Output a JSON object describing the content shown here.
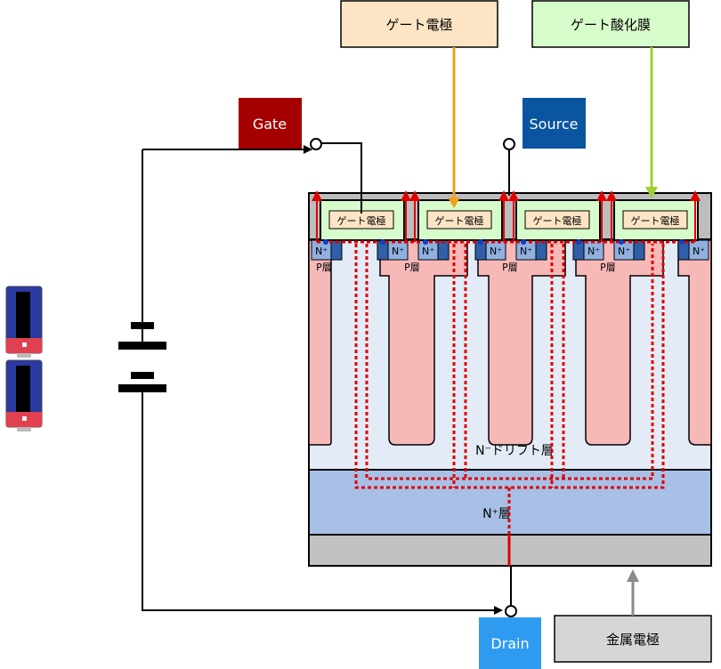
{
  "callouts": {
    "gate_electrode": "ゲート電極",
    "gate_oxide": "ゲート酸化膜",
    "metal_electrode": "金属電極"
  },
  "terminals": {
    "gate": "Gate",
    "source": "Source",
    "drain": "Drain"
  },
  "device": {
    "cell_gate_label": "ゲート電極",
    "p_layer": "P層",
    "n_plus_contact": "N⁺",
    "n_minus_drift": "N⁻ドリフト層",
    "n_plus_layer": "N⁺層"
  },
  "colors": {
    "gate_box": "#a50000",
    "source_box": "#0a55a0",
    "drain_box": "#2f9bf0",
    "gate_callout": "#fce4c4",
    "oxide_callout": "#d7fccb",
    "metal_callout": "#d6d6d6",
    "p_region": "#f7b8b8",
    "drift_region": "#e3ebf6",
    "n_plus_region": "#a8c0e6",
    "current_path": "#e00000",
    "orange_arrow": "#f0a020",
    "green_arrow": "#a0d030"
  }
}
